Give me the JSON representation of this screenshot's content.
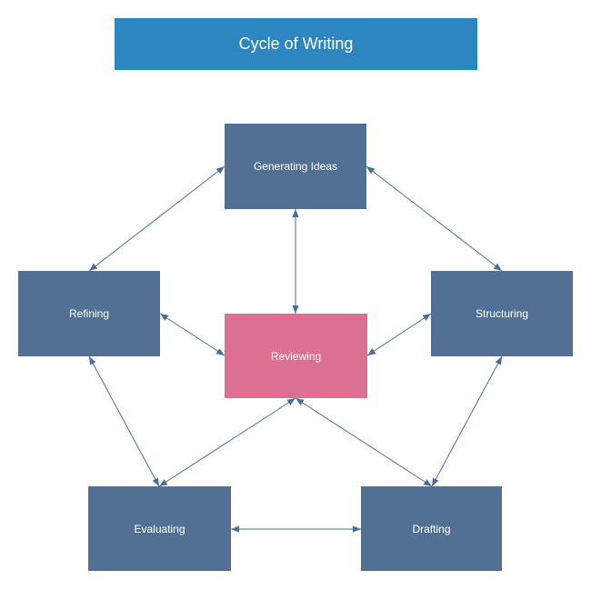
{
  "title": "Cycle of Writing",
  "colors": {
    "title_bg": "#2e86c1",
    "node_bg": "#527094",
    "center_bg": "#db7092",
    "edge": "#4e6d93"
  },
  "nodes": {
    "generating": "Generating Ideas",
    "refining": "Refining",
    "reviewing": "Reviewing",
    "structuring": "Structuring",
    "evaluating": "Evaluating",
    "drafting": "Drafting"
  },
  "edges": [
    {
      "from": "generating",
      "to": "refining",
      "bidirectional": true
    },
    {
      "from": "generating",
      "to": "structuring",
      "bidirectional": true
    },
    {
      "from": "generating",
      "to": "reviewing",
      "bidirectional": true
    },
    {
      "from": "refining",
      "to": "reviewing",
      "bidirectional": true
    },
    {
      "from": "structuring",
      "to": "reviewing",
      "bidirectional": true
    },
    {
      "from": "refining",
      "to": "evaluating",
      "bidirectional": true
    },
    {
      "from": "structuring",
      "to": "drafting",
      "bidirectional": true
    },
    {
      "from": "reviewing",
      "to": "evaluating",
      "bidirectional": true
    },
    {
      "from": "reviewing",
      "to": "drafting",
      "bidirectional": true
    },
    {
      "from": "evaluating",
      "to": "drafting",
      "bidirectional": true
    }
  ]
}
